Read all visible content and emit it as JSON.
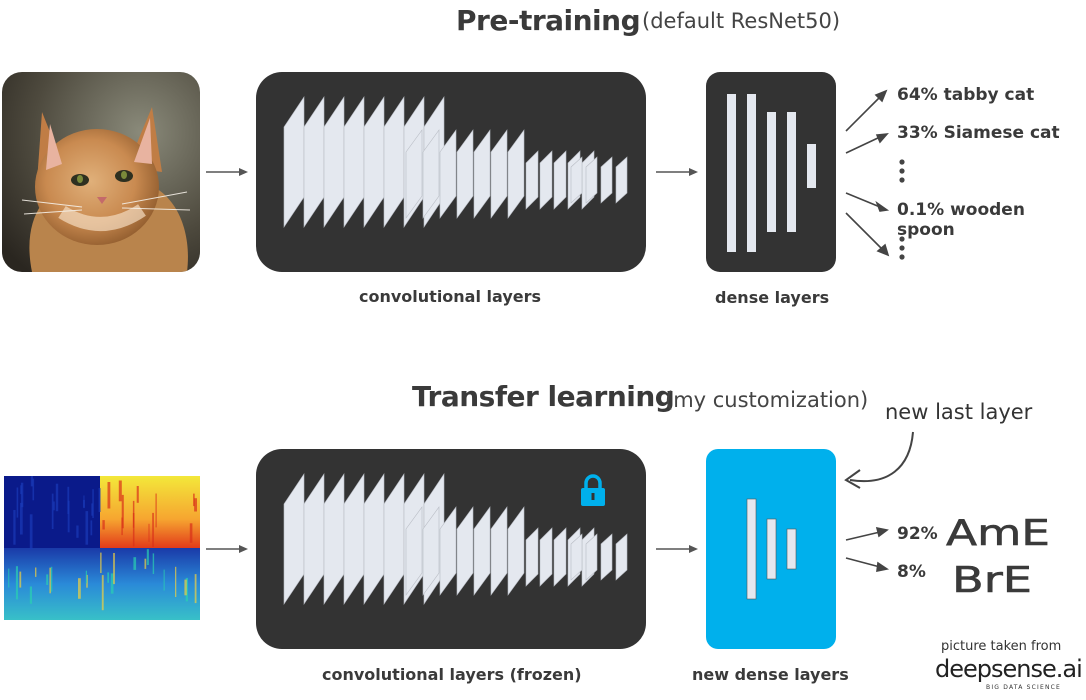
{
  "top": {
    "title": "Pre-training",
    "subtitle": "(default ResNet50)",
    "conv_label": "convolutional layers",
    "dense_label": "dense layers",
    "outputs": [
      "64% tabby cat",
      "33% Siamese cat",
      "0.1% wooden spoon"
    ]
  },
  "bottom": {
    "title": "Transfer learning",
    "subtitle": "(my customization)",
    "conv_label": "convolutional layers (frozen)",
    "dense_label": "new dense layers",
    "annotation": "new last layer",
    "outputs": [
      "92%",
      "8%"
    ],
    "classes": [
      "AmE",
      "BrE"
    ]
  },
  "credit": {
    "text": "picture taken from",
    "brand": "deepsense.ai",
    "brand_tagline": "BIG DATA SCIENCE"
  },
  "icons": [
    "arrow-icon",
    "lock-icon",
    "ellipsis-icon",
    "curved-arrow-icon"
  ],
  "colors": {
    "box": "#333333",
    "layer": "#e4e8ef",
    "accent": "#00b0ec"
  }
}
